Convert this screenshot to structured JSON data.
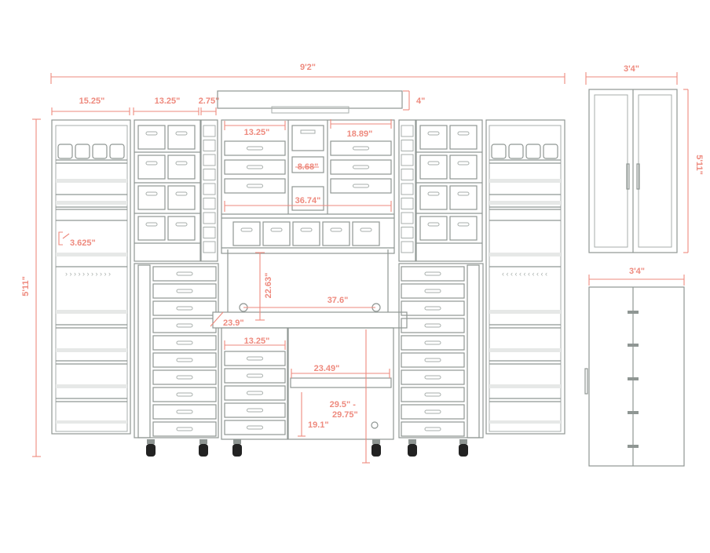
{
  "colors": {
    "line": "#8f9693",
    "dimension": "#ee8a7e",
    "background": "#ffffff",
    "shelf_band": "#e6e8e7",
    "caster": "#222222"
  },
  "dimensions": {
    "overall_width": "9'2\"",
    "left_section_width": "15.25\"",
    "left_bin_section_width": "13.25\"",
    "spine_width": "2.75\"",
    "topper_height": "4\"",
    "overall_height": "5'11\"",
    "shelf_pitch": "3.625\"",
    "center_left_bin_width": "13.25\"",
    "center_right_width": "18.89\"",
    "center_small_bin": "8.68\"",
    "center_opening_width": "36.74\"",
    "desk_clearance_height": "22.63\"",
    "desk_width": "37.6\"",
    "desk_depth": "23.9\"",
    "lower_left_bin_width": "13.25\"",
    "lower_shelf_width": "23.49\"",
    "desk_height": "29.5\" -\n29.75\"",
    "lower_shelf_height": "19.1\"",
    "closed_width": "3'4\"",
    "closed_height": "5'11\"",
    "side_depth": "3'4\""
  }
}
